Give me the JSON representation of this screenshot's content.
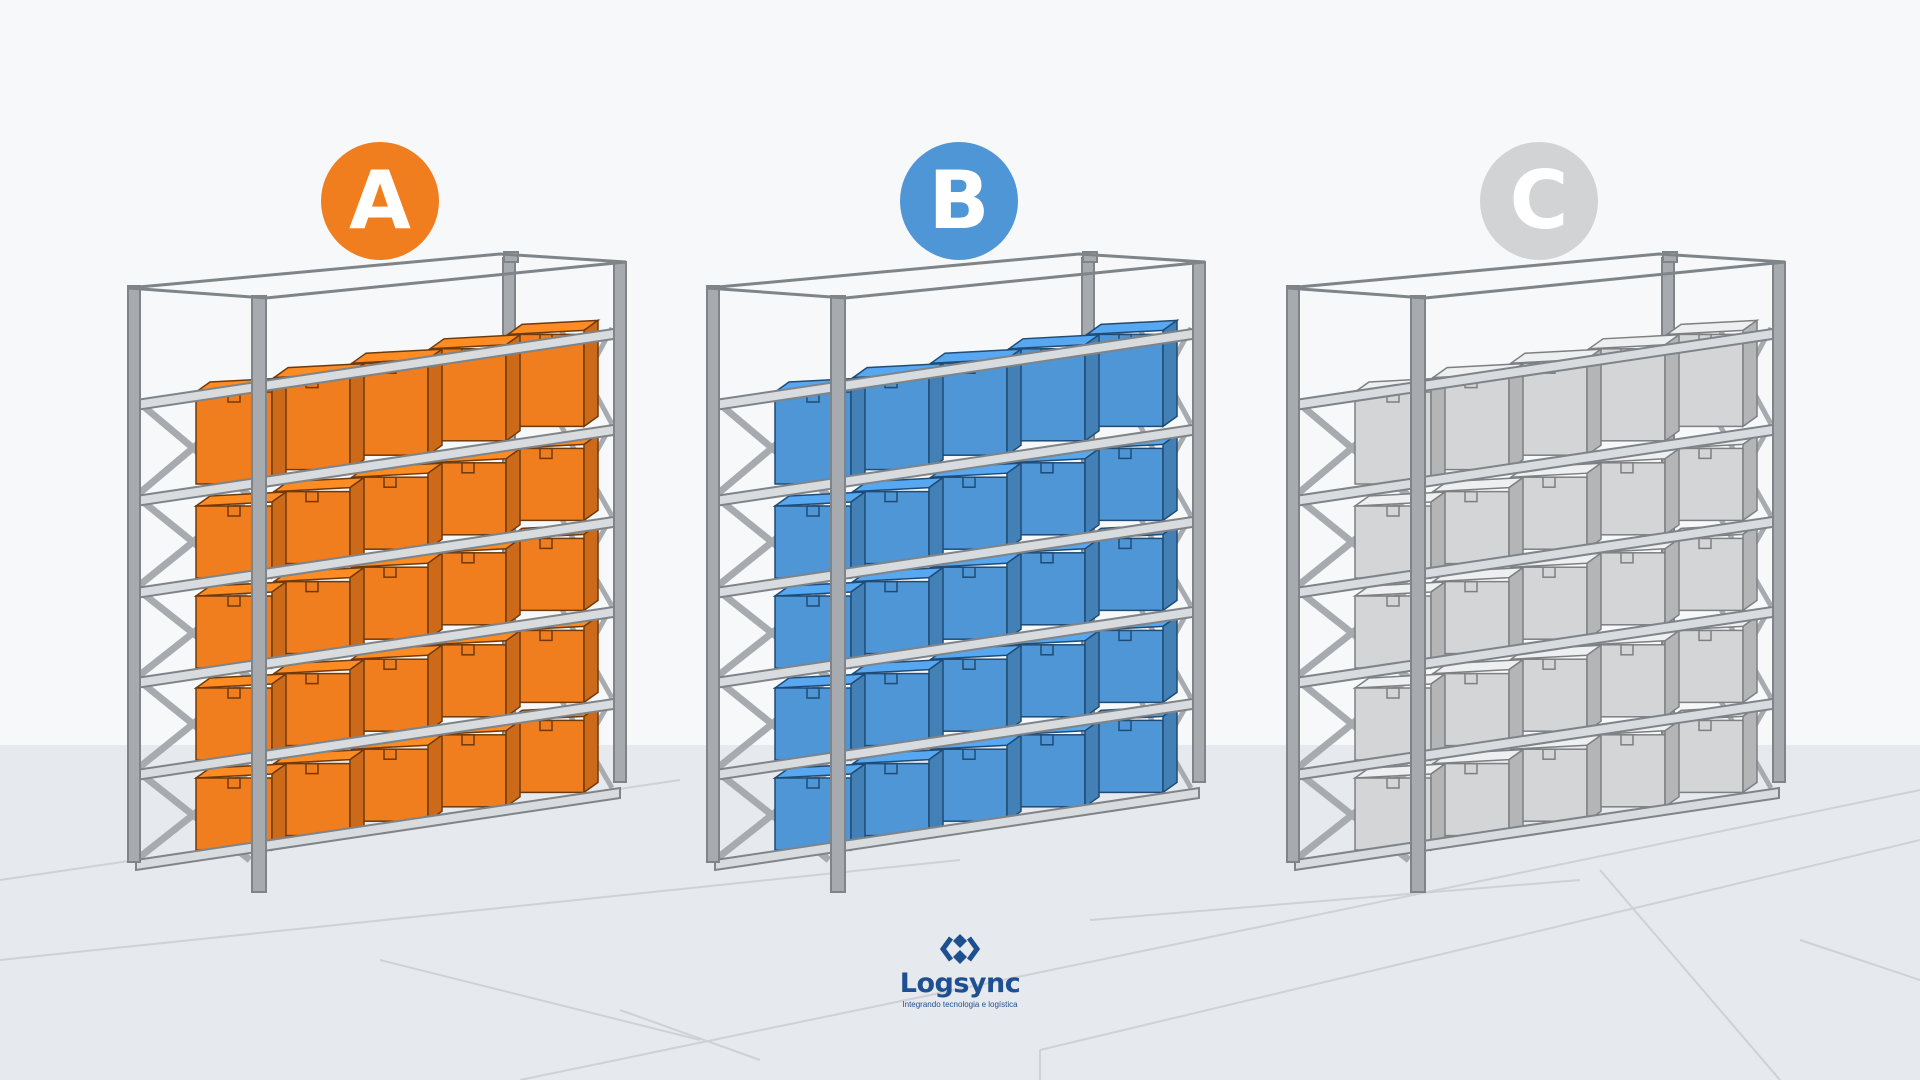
{
  "racks": [
    {
      "label": "A",
      "color": "#f07d1e",
      "edge": "#6e3a0b"
    },
    {
      "label": "B",
      "color": "#4e96d6",
      "edge": "#1f4b75"
    },
    {
      "label": "C",
      "color": "#d4d5d6",
      "edge": "#7d7f82"
    }
  ],
  "badge_colors": {
    "A": "#f07d1e",
    "B": "#4e96d6",
    "C": "#d2d3d5"
  },
  "floor_color": "#e6e9ed",
  "frame_color": "#a7abaf",
  "logo": {
    "name": "Logsync",
    "tagline": "Integrando tecnologia e logística",
    "icon": "double-chevron-diamond-icon",
    "color": "#1d4f91"
  }
}
